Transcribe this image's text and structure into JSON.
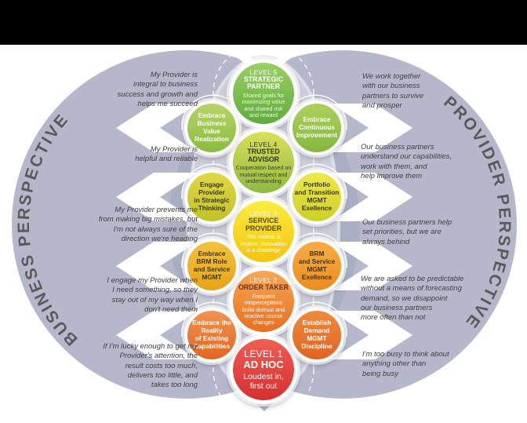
{
  "perspectives": {
    "left": "BUSINESS PERSPECTIVE",
    "right": "PROVIDER PERSPECTIVE"
  },
  "levels": [
    {
      "label": "LEVEL 5",
      "title": "STRATEGIC\nPARTNER",
      "desc": "Shared goals for\nmaximizing value\nand shared risk\nand reward",
      "color": "#6fb644"
    },
    {
      "label": "LEVEL 4",
      "title": "TRUSTED\nADVISOR",
      "desc": "Cooperation based on\nmutual respect and\nunderstanding",
      "color": "#a9c43e"
    },
    {
      "label": "LEVEL 3",
      "title": "SERVICE\nPROVIDER",
      "desc": "The routine is\nroutine; innovation\nis a challenge",
      "color": "#f6ce13"
    },
    {
      "label": "LEVEL 2",
      "title": "ORDER TAKER",
      "desc": "Frequent\nmisperceptions\nbuild distrust and\nreactive course\nchanges",
      "color": "#ec8030"
    },
    {
      "label": "LEVEL 1",
      "title": "AD HOC",
      "desc": "Loudest in,\nfirst out",
      "color": "#dd3b3b"
    }
  ],
  "business_actions": [
    "Embrace\nBusiness\nValue\nRealization",
    "Engage\nProvider\nin Strategic\nThinking",
    "Embrace\nBRM Role\nand Service\nMGMT",
    "Embrace the\nReality\nof Existing\nCapabilities"
  ],
  "provider_actions": [
    "Embrace\nContinuous\nImprovement",
    "Portfolio\nand Transition\nMGMT\nExellence",
    "BRM\nand Service\nMGMT\nExellence",
    "Establish\nDemand\nMGMT\nDiscipline"
  ],
  "business_quotes": [
    "My Provider is\nintegral to business\nsuccess and growth and\nhelps me succeed",
    "My Provider is\nhelpful and reliable",
    "My Provider prevents me\nfrom making big mistakes, but\nI'm not always sure of the\ndirection we're heading",
    "I engage my Provider when\nI need something, so they\nstay out of my way when I\ndon't need them",
    "If I'm lucky enough to get my\nProvider's attention, the\nresult costs too much,\ndelivers too little, and\ntakes too long"
  ],
  "provider_quotes": [
    "We work together\nwith our business\npartners to survive\nand prosper",
    "Our business partners\nunderstand our capabilities,\nwork with them, and\nhelp improve them",
    "Our business partners help\nset priorities, but we are\nalways behind",
    "We are asked to be predictable\nwithout a means of forecasting\ndemand, so we disappoint\nour business partners\nmore often than not",
    "I'm too busy to think about\nanything other than\nbeing busy"
  ],
  "colors": {
    "background": "#ffffff",
    "top_bar": "#000000",
    "big_circle": "#b4b8ca",
    "overlap": "#a9aec2",
    "inner_oval": "#cbced9",
    "perspective_text": "#595a5c",
    "quote_text": "#414042",
    "arrow_white": "#ffffff"
  }
}
